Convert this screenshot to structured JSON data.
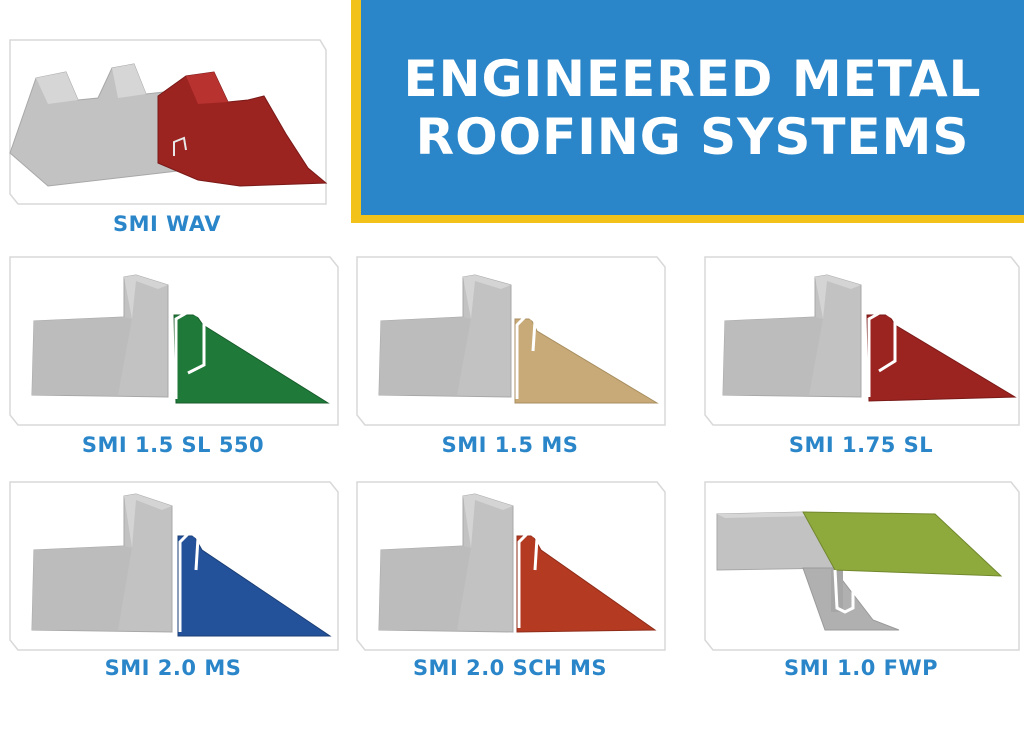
{
  "banner": {
    "line1": "ENGINEERED METAL",
    "line2": "ROOFING SYSTEMS",
    "background_color": "#2a86c9",
    "border_color": "#f2c21a"
  },
  "products": [
    {
      "label": "SMI WAV",
      "profile": "wave-panel",
      "color": "#9b2320"
    },
    {
      "label": "SMI 1.5 SL 550",
      "profile": "snap-lock",
      "color": "#1f7a3a"
    },
    {
      "label": "SMI 1.5 MS",
      "profile": "mechanical-seam",
      "color": "#c8aa78"
    },
    {
      "label": "SMI 1.75 SL",
      "profile": "snap-lock",
      "color": "#9b2320"
    },
    {
      "label": "SMI 2.0 MS",
      "profile": "mechanical-seam",
      "color": "#23529a"
    },
    {
      "label": "SMI 2.0 SCH MS",
      "profile": "mechanical-seam",
      "color": "#b53a22"
    },
    {
      "label": "SMI 1.0 FWP",
      "profile": "flush-wall-panel",
      "color": "#8faa3c"
    }
  ],
  "panel_base_color": "#c2c2c2"
}
